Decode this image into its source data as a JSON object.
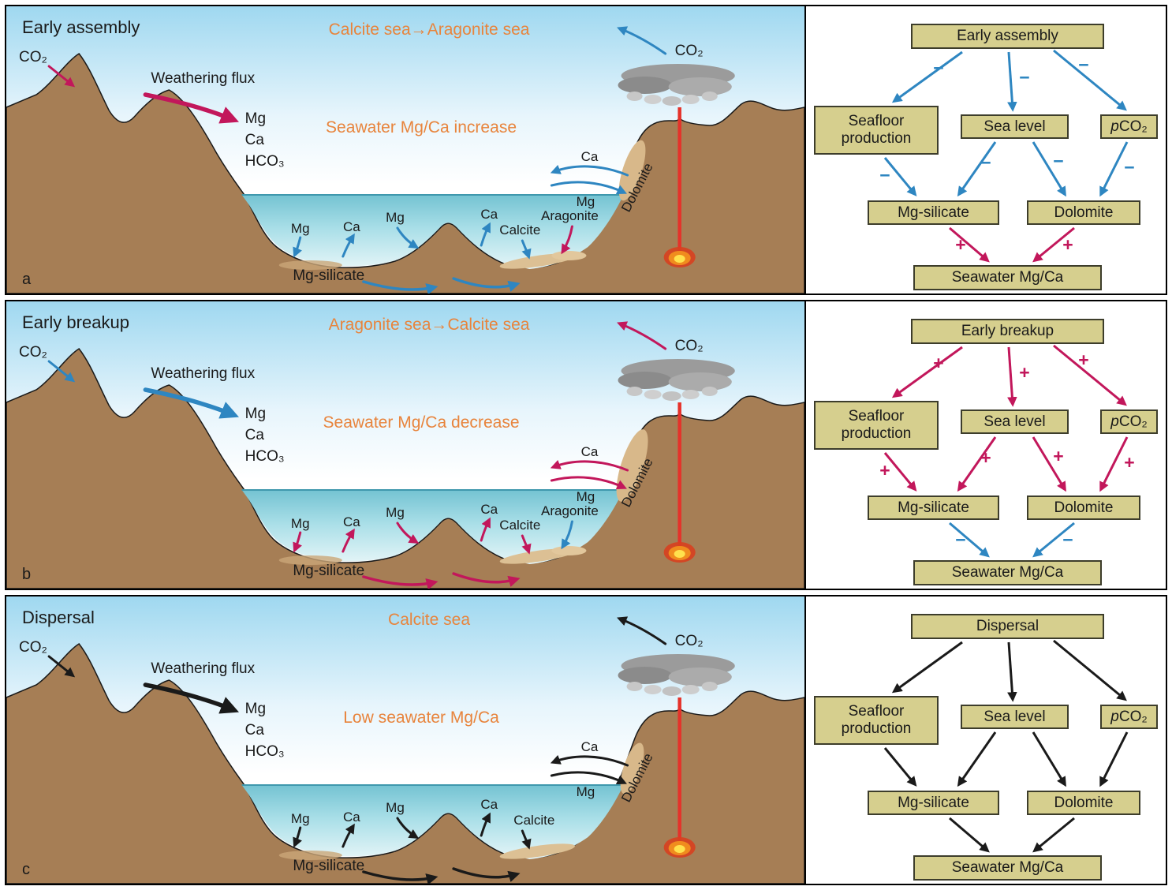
{
  "colors": {
    "blue": "#2e86c1",
    "crimson": "#c2175b",
    "black": "#1a1a1a",
    "orange_label": "#e8843c",
    "box_fill": "#d6cf8e",
    "terrain_brown": "#a67e55",
    "water_teal": "#74c3d2",
    "sky_blue": "#9fd8f0",
    "volcano_red": "#e5322a"
  },
  "panels": [
    {
      "letter": "a",
      "title": "Early assembly",
      "sea_label": "Calcite sea→Aragonite sea",
      "mgca_label": "Seawater Mg/Ca increase",
      "arrow_colors": {
        "primary": "#c2175b",
        "secondary": "#2e86c1"
      },
      "illustration": {
        "co2_left": "CO₂",
        "weathering_flux": "Weathering flux",
        "ion_mg": "Mg",
        "ion_ca": "Ca",
        "ion_hco3": "HCO₃",
        "co2_right": "CO₂",
        "exchange_ca": "Ca",
        "exchange_mg": "Mg",
        "floor_mg1": "Mg",
        "floor_ca1": "Ca",
        "floor_mg2": "Mg",
        "floor_ca2": "Ca",
        "calcite": "Calcite",
        "aragonite": "Aragonite",
        "mg_silicate": "Mg-silicate",
        "dolomite": "Dolomite"
      },
      "flowchart": {
        "root": "Early assembly",
        "seafloor_production": "Seafloor production",
        "sea_level": "Sea level",
        "pco2": "pCO₂",
        "mg_silicate": "Mg-silicate",
        "dolomite": "Dolomite",
        "result": "Seawater Mg/Ca",
        "upper_sign": "−",
        "lower_sign": "+",
        "upper_color": "#2e86c1",
        "lower_color": "#c2175b"
      }
    },
    {
      "letter": "b",
      "title": "Early breakup",
      "sea_label": "Aragonite sea→Calcite sea",
      "mgca_label": "Seawater Mg/Ca decrease",
      "arrow_colors": {
        "primary": "#2e86c1",
        "secondary": "#c2175b"
      },
      "illustration": {
        "co2_left": "CO₂",
        "weathering_flux": "Weathering flux",
        "ion_mg": "Mg",
        "ion_ca": "Ca",
        "ion_hco3": "HCO₃",
        "co2_right": "CO₂",
        "exchange_ca": "Ca",
        "exchange_mg": "Mg",
        "floor_mg1": "Mg",
        "floor_ca1": "Ca",
        "floor_mg2": "Mg",
        "floor_ca2": "Ca",
        "calcite": "Calcite",
        "aragonite": "Aragonite",
        "mg_silicate": "Mg-silicate",
        "dolomite": "Dolomite"
      },
      "flowchart": {
        "root": "Early breakup",
        "seafloor_production": "Seafloor production",
        "sea_level": "Sea level",
        "pco2": "pCO₂",
        "mg_silicate": "Mg-silicate",
        "dolomite": "Dolomite",
        "result": "Seawater Mg/Ca",
        "upper_sign": "+",
        "lower_sign": "−",
        "upper_color": "#c2175b",
        "lower_color": "#2e86c1"
      }
    },
    {
      "letter": "c",
      "title": "Dispersal",
      "sea_label": "Calcite sea",
      "mgca_label": "Low seawater Mg/Ca",
      "arrow_colors": {
        "primary": "#1a1a1a",
        "secondary": "#1a1a1a"
      },
      "illustration": {
        "co2_left": "CO₂",
        "weathering_flux": "Weathering flux",
        "ion_mg": "Mg",
        "ion_ca": "Ca",
        "ion_hco3": "HCO₃",
        "co2_right": "CO₂",
        "exchange_ca": "Ca",
        "exchange_mg": "Mg",
        "floor_mg1": "Mg",
        "floor_ca1": "Ca",
        "floor_mg2": "Mg",
        "floor_ca2": "Ca",
        "calcite": "Calcite",
        "mg_silicate": "Mg-silicate",
        "dolomite": "Dolomite"
      },
      "flowchart": {
        "root": "Dispersal",
        "seafloor_production": "Seafloor production",
        "sea_level": "Sea level",
        "pco2": "pCO₂",
        "mg_silicate": "Mg-silicate",
        "dolomite": "Dolomite",
        "result": "Seawater Mg/Ca",
        "upper_color": "#1a1a1a",
        "lower_color": "#1a1a1a"
      }
    }
  ]
}
